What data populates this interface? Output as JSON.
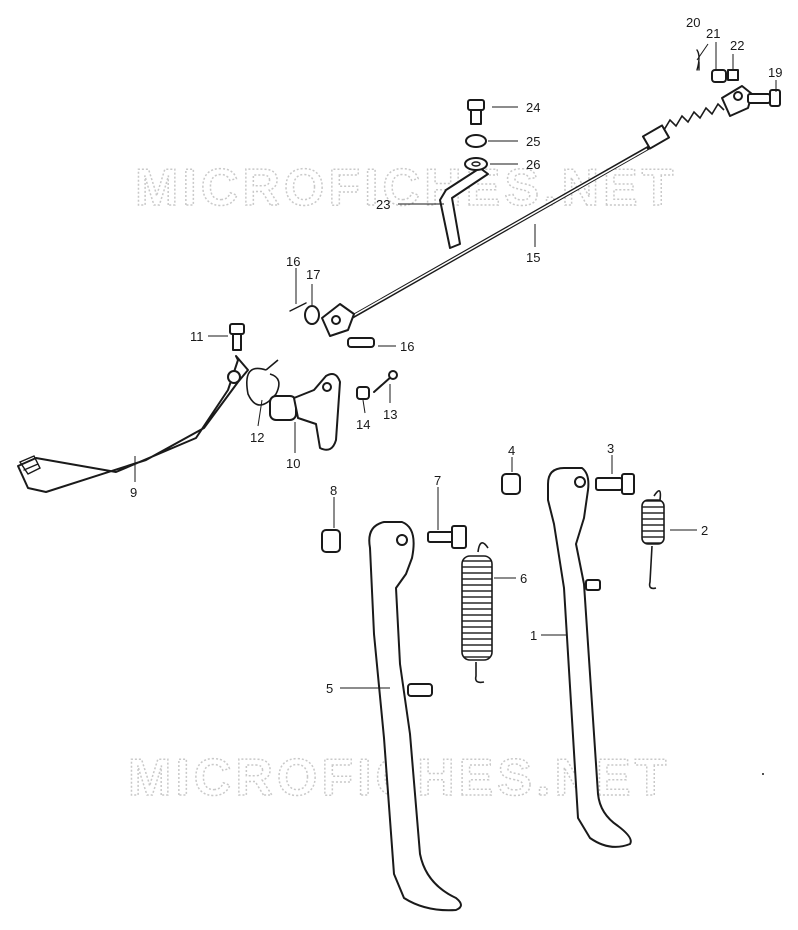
{
  "watermark": {
    "text": "MICROFICHES.NET",
    "color": "#c9c9c9"
  },
  "callouts": {
    "c1": "1",
    "c2": "2",
    "c3": "3",
    "c4": "4",
    "c5": "5",
    "c6": "6",
    "c7": "7",
    "c8": "8",
    "c9": "9",
    "c10": "10",
    "c11": "11",
    "c12": "12",
    "c13": "13",
    "c14": "14",
    "c15": "15",
    "c16a": "16",
    "c16b": "16",
    "c17": "17",
    "c19": "19",
    "c20": "20",
    "c21": "21",
    "c22": "22",
    "c23": "23",
    "c24": "24",
    "c25": "25",
    "c26": "26"
  },
  "ink_color": "#1a1a1a"
}
